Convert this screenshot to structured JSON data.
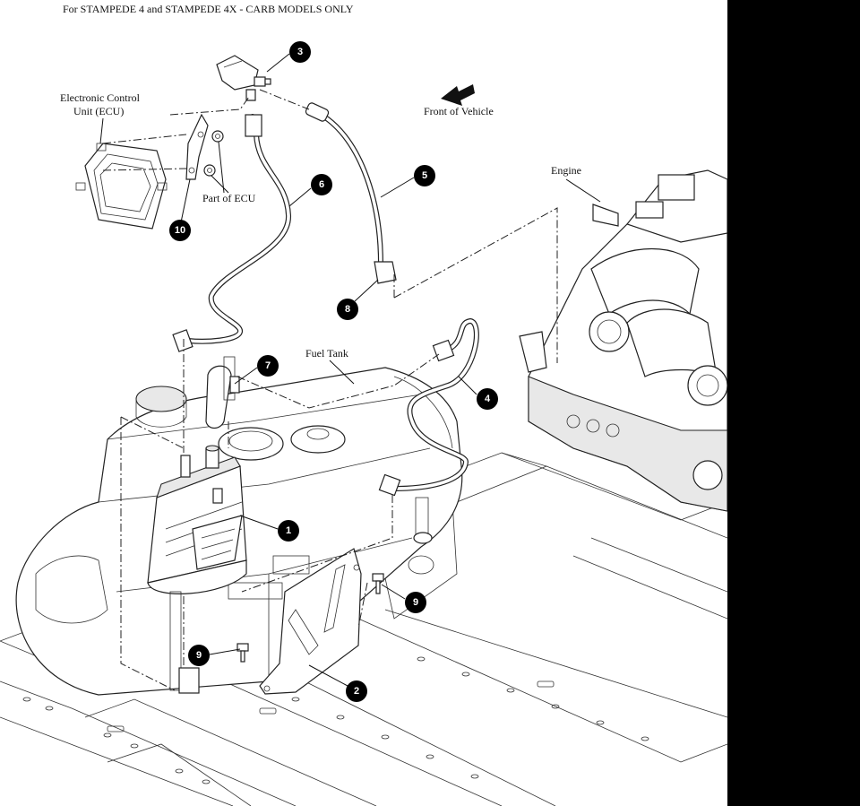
{
  "header": {
    "text": "For STAMPEDE 4 and STAMPEDE 4X - CARB MODELS ONLY"
  },
  "labels": {
    "ecu": [
      "Electronic Control",
      "Unit (ECU)"
    ],
    "part_of_ecu": "Part of ECU",
    "front_of_vehicle": "Front of Vehicle",
    "engine": "Engine",
    "fuel_tank": "Fuel Tank"
  },
  "callouts": [
    "3",
    "6",
    "5",
    "10",
    "8",
    "7",
    "4",
    "1",
    "9",
    "9",
    "2"
  ],
  "colors": {
    "background": "#ffffff",
    "right_band": "#000000",
    "callout_fill": "#000000",
    "line": "#222222"
  }
}
